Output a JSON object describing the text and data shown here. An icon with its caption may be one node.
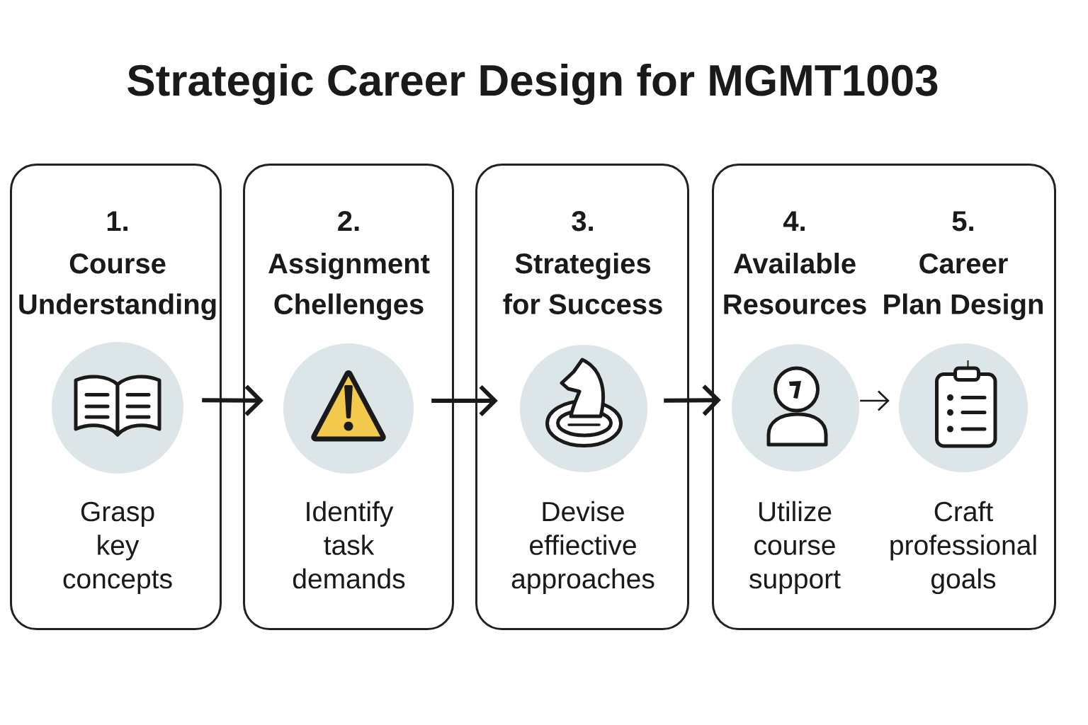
{
  "diagram": {
    "title": "Strategic Career Design for MGMT1003",
    "nodes": [
      {
        "text": [
          "1.",
          "Course Understanding",
          "Grasp key concepts"
        ]
      },
      {
        "text": [],
        "shape": "circle",
        "in": 0
      },
      {
        "text": [
          "2.",
          "Assignment Chellenges",
          "Identify task demands"
        ]
      },
      {
        "text": [],
        "shape": "circle",
        "in": 2
      },
      {
        "text": [
          "3.",
          "Strategies for Success",
          "Devise effiective approaches"
        ]
      },
      {
        "text": [],
        "shape": "circle",
        "in": 4
      },
      {
        "text": [
          "4.",
          "Available Resources",
          "Utilize course support",
          "5.",
          "Career Plan Design",
          "Craft professional goals"
        ]
      },
      {
        "text": [],
        "shape": "circle",
        "in": 6
      },
      {
        "text": [],
        "shape": "circle",
        "in": 6
      }
    ],
    "edges": [
      {
        "from": 1,
        "to": 3,
        "arrow": "to"
      },
      {
        "from": 3,
        "to": 5,
        "arrow": "to"
      },
      {
        "from": 5,
        "to": 7,
        "arrow": "to"
      },
      {
        "from": 7,
        "to": 8,
        "arrow": "to"
      }
    ]
  }
}
